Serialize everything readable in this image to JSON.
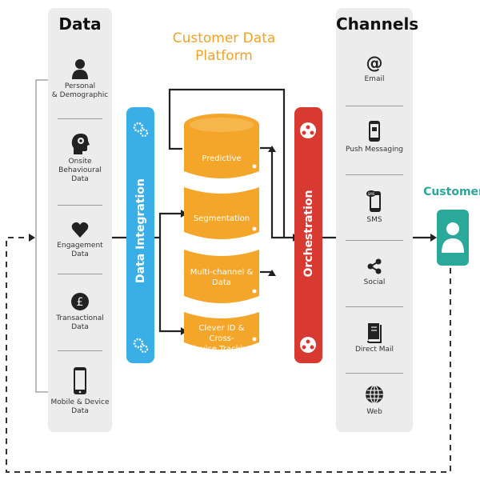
{
  "data_panel": {
    "title": "Data",
    "items": [
      {
        "label": "Personal\n& Demographic",
        "icon": "person-icon"
      },
      {
        "label": "Onsite Behavioural\nData",
        "icon": "head-gear-icon"
      },
      {
        "label": "Engagement\nData",
        "icon": "heart-icon"
      },
      {
        "label": "Transactional\nData",
        "icon": "pound-coin-icon"
      },
      {
        "label": "Mobile & Device\nData",
        "icon": "mobile-phone-icon"
      }
    ]
  },
  "cdp": {
    "title": "Customer Data\nPlatform",
    "layers": [
      {
        "label": "Predictive"
      },
      {
        "label": "Segmentation"
      },
      {
        "label": "Multi-channel &\nData"
      },
      {
        "label": "Clever ID & Cross-\ndevice Tracking"
      }
    ],
    "color": "#f4a62a"
  },
  "integration": {
    "label": "Data Integration",
    "color": "#3aaee6"
  },
  "orchestration": {
    "label": "Orchestration",
    "color": "#d83a32"
  },
  "channels_panel": {
    "title": "Channels",
    "items": [
      {
        "label": "Email",
        "icon": "at-sign-icon"
      },
      {
        "label": "Push Messaging",
        "icon": "smartphone-notification-icon"
      },
      {
        "label": "SMS",
        "icon": "sms-phone-icon"
      },
      {
        "label": "Social",
        "icon": "share-icon"
      },
      {
        "label": "Direct Mail",
        "icon": "book-icon"
      },
      {
        "label": "Web",
        "icon": "globe-icon"
      }
    ]
  },
  "customer": {
    "label": "Customer",
    "icon": "customer-person-icon",
    "color": "#2aa89a"
  }
}
